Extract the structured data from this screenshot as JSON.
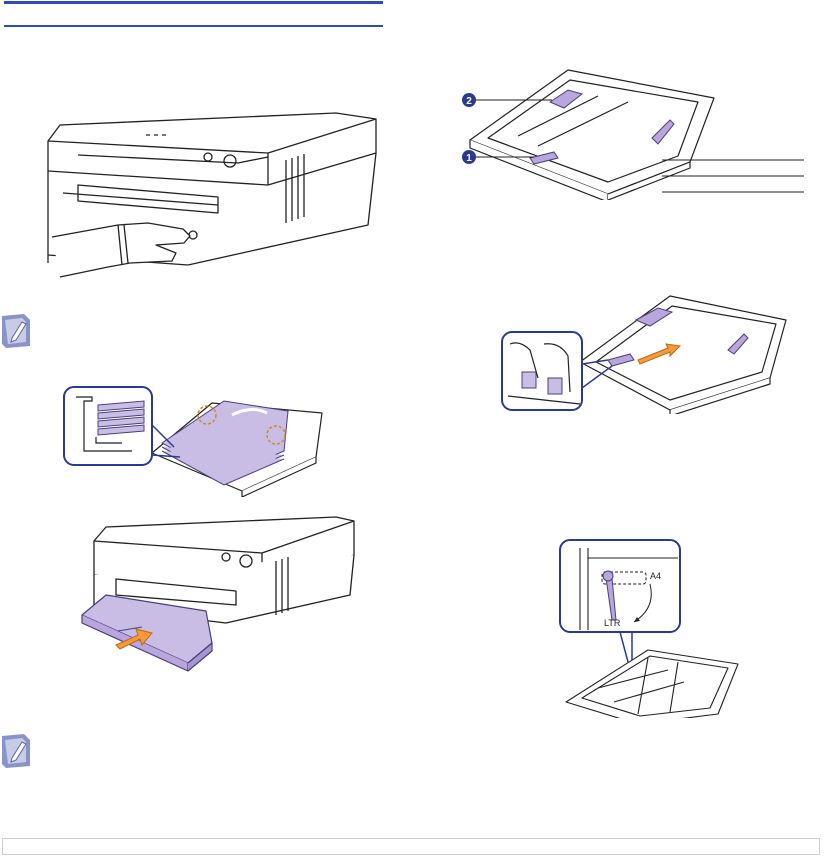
{
  "figures": {
    "tray_parts": {
      "callout_1": "1",
      "callout_2": "2"
    },
    "guide_lever": {
      "label_a4": "A4",
      "label_ltr": "LTR"
    }
  },
  "colors": {
    "heading_rule": "#2f4bb5",
    "accent_purple": "#b8a6dc",
    "callout_bg": "#2b3a8f",
    "frame_outline": "#2b3a8f"
  },
  "icons": {
    "note": "note-icon"
  }
}
